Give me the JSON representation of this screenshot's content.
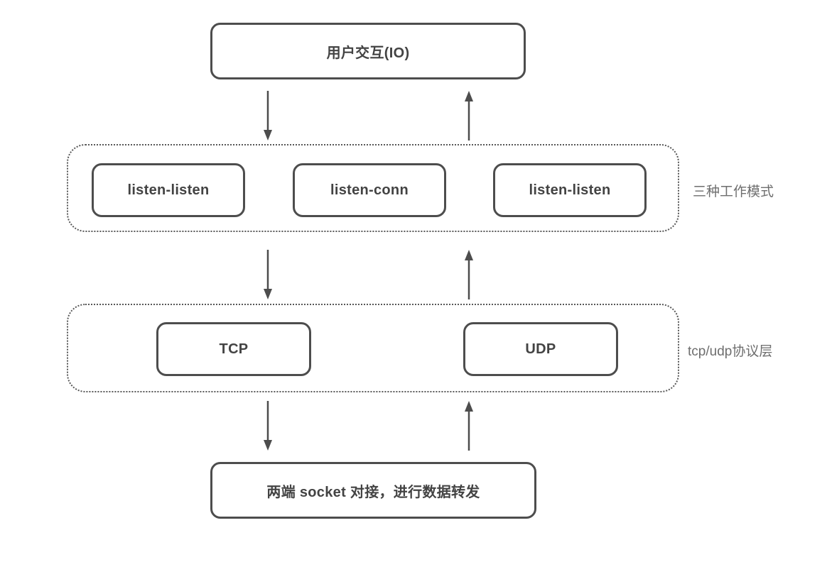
{
  "diagram": {
    "top_node": {
      "label": "用户交互(IO)"
    },
    "modes_group": {
      "side_label": "三种工作模式",
      "nodes": [
        {
          "label": "listen-listen"
        },
        {
          "label": "listen-conn"
        },
        {
          "label": "listen-listen"
        }
      ]
    },
    "protocol_group": {
      "side_label": "tcp/udp协议层",
      "nodes": [
        {
          "label": "TCP"
        },
        {
          "label": "UDP"
        }
      ]
    },
    "bottom_node": {
      "label": "两端 socket 对接，进行数据转发"
    },
    "arrows": [
      {
        "name": "io-to-modes",
        "direction": "down"
      },
      {
        "name": "modes-to-io",
        "direction": "up"
      },
      {
        "name": "modes-to-protocol",
        "direction": "down"
      },
      {
        "name": "protocol-to-modes",
        "direction": "up"
      },
      {
        "name": "protocol-to-socket",
        "direction": "down"
      },
      {
        "name": "socket-to-protocol",
        "direction": "up"
      }
    ],
    "colors": {
      "border": "#4d4d4d",
      "dotted_border": "#585858",
      "box_text": "#434343",
      "side_label": "#6e6e6e",
      "arrow": "#4d4d4d",
      "background": "#ffffff"
    }
  }
}
